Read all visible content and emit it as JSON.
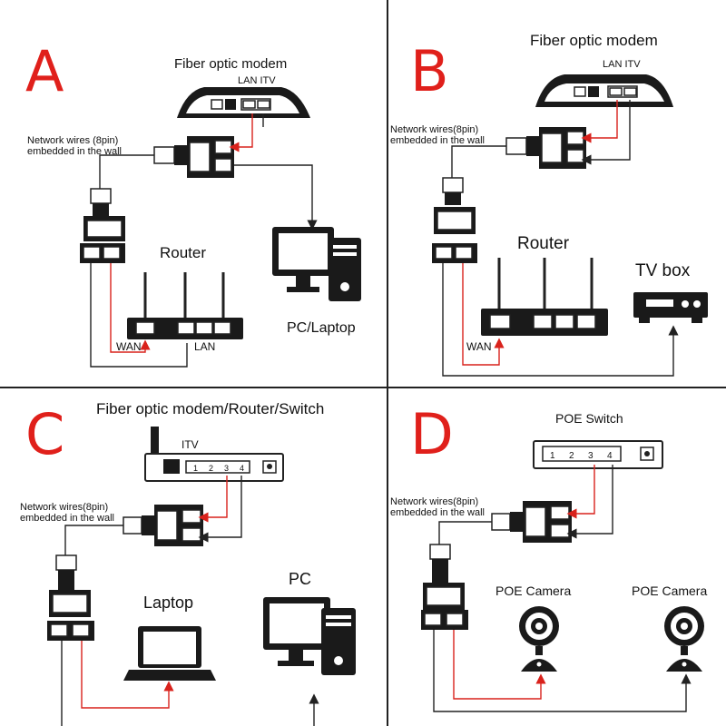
{
  "panels": {
    "a": {
      "letter": "A",
      "modem_title": "Fiber optic modem",
      "ports_label": "LAN ITV",
      "wall_label_1": "Network wires (8pin)",
      "wall_label_2": "embedded in the wall",
      "router_label": "Router",
      "pc_label": "PC/Laptop",
      "wan_label": "WAN",
      "lan_label": "LAN"
    },
    "b": {
      "letter": "B",
      "modem_title": "Fiber optic modem",
      "ports_label": "LAN ITV",
      "wall_label_1": "Network wires(8pin)",
      "wall_label_2": "embedded in the wall",
      "router_label": "Router",
      "tvbox_label": "TV box",
      "wan_label": "WAN"
    },
    "c": {
      "letter": "C",
      "modem_title": "Fiber optic modem/Router/Switch",
      "ports_label": "ITV",
      "port_numbers": [
        "1",
        "2",
        "3",
        "4"
      ],
      "wall_label_1": "Network wires(8pin)",
      "wall_label_2": "embedded in the wall",
      "laptop_label": "Laptop",
      "pc_label": "PC"
    },
    "d": {
      "letter": "D",
      "switch_title": "POE Switch",
      "port_numbers": [
        "1",
        "2",
        "3",
        "4"
      ],
      "wall_label_1": "Network wires(8pin)",
      "wall_label_2": "embedded in the wall",
      "camera1_label": "POE Camera",
      "camera2_label": "POE Camera"
    }
  },
  "colors": {
    "accent": "#e0201b",
    "wire_red": "#d9221c",
    "device": "#1a1a1a",
    "divider": "#222222"
  }
}
